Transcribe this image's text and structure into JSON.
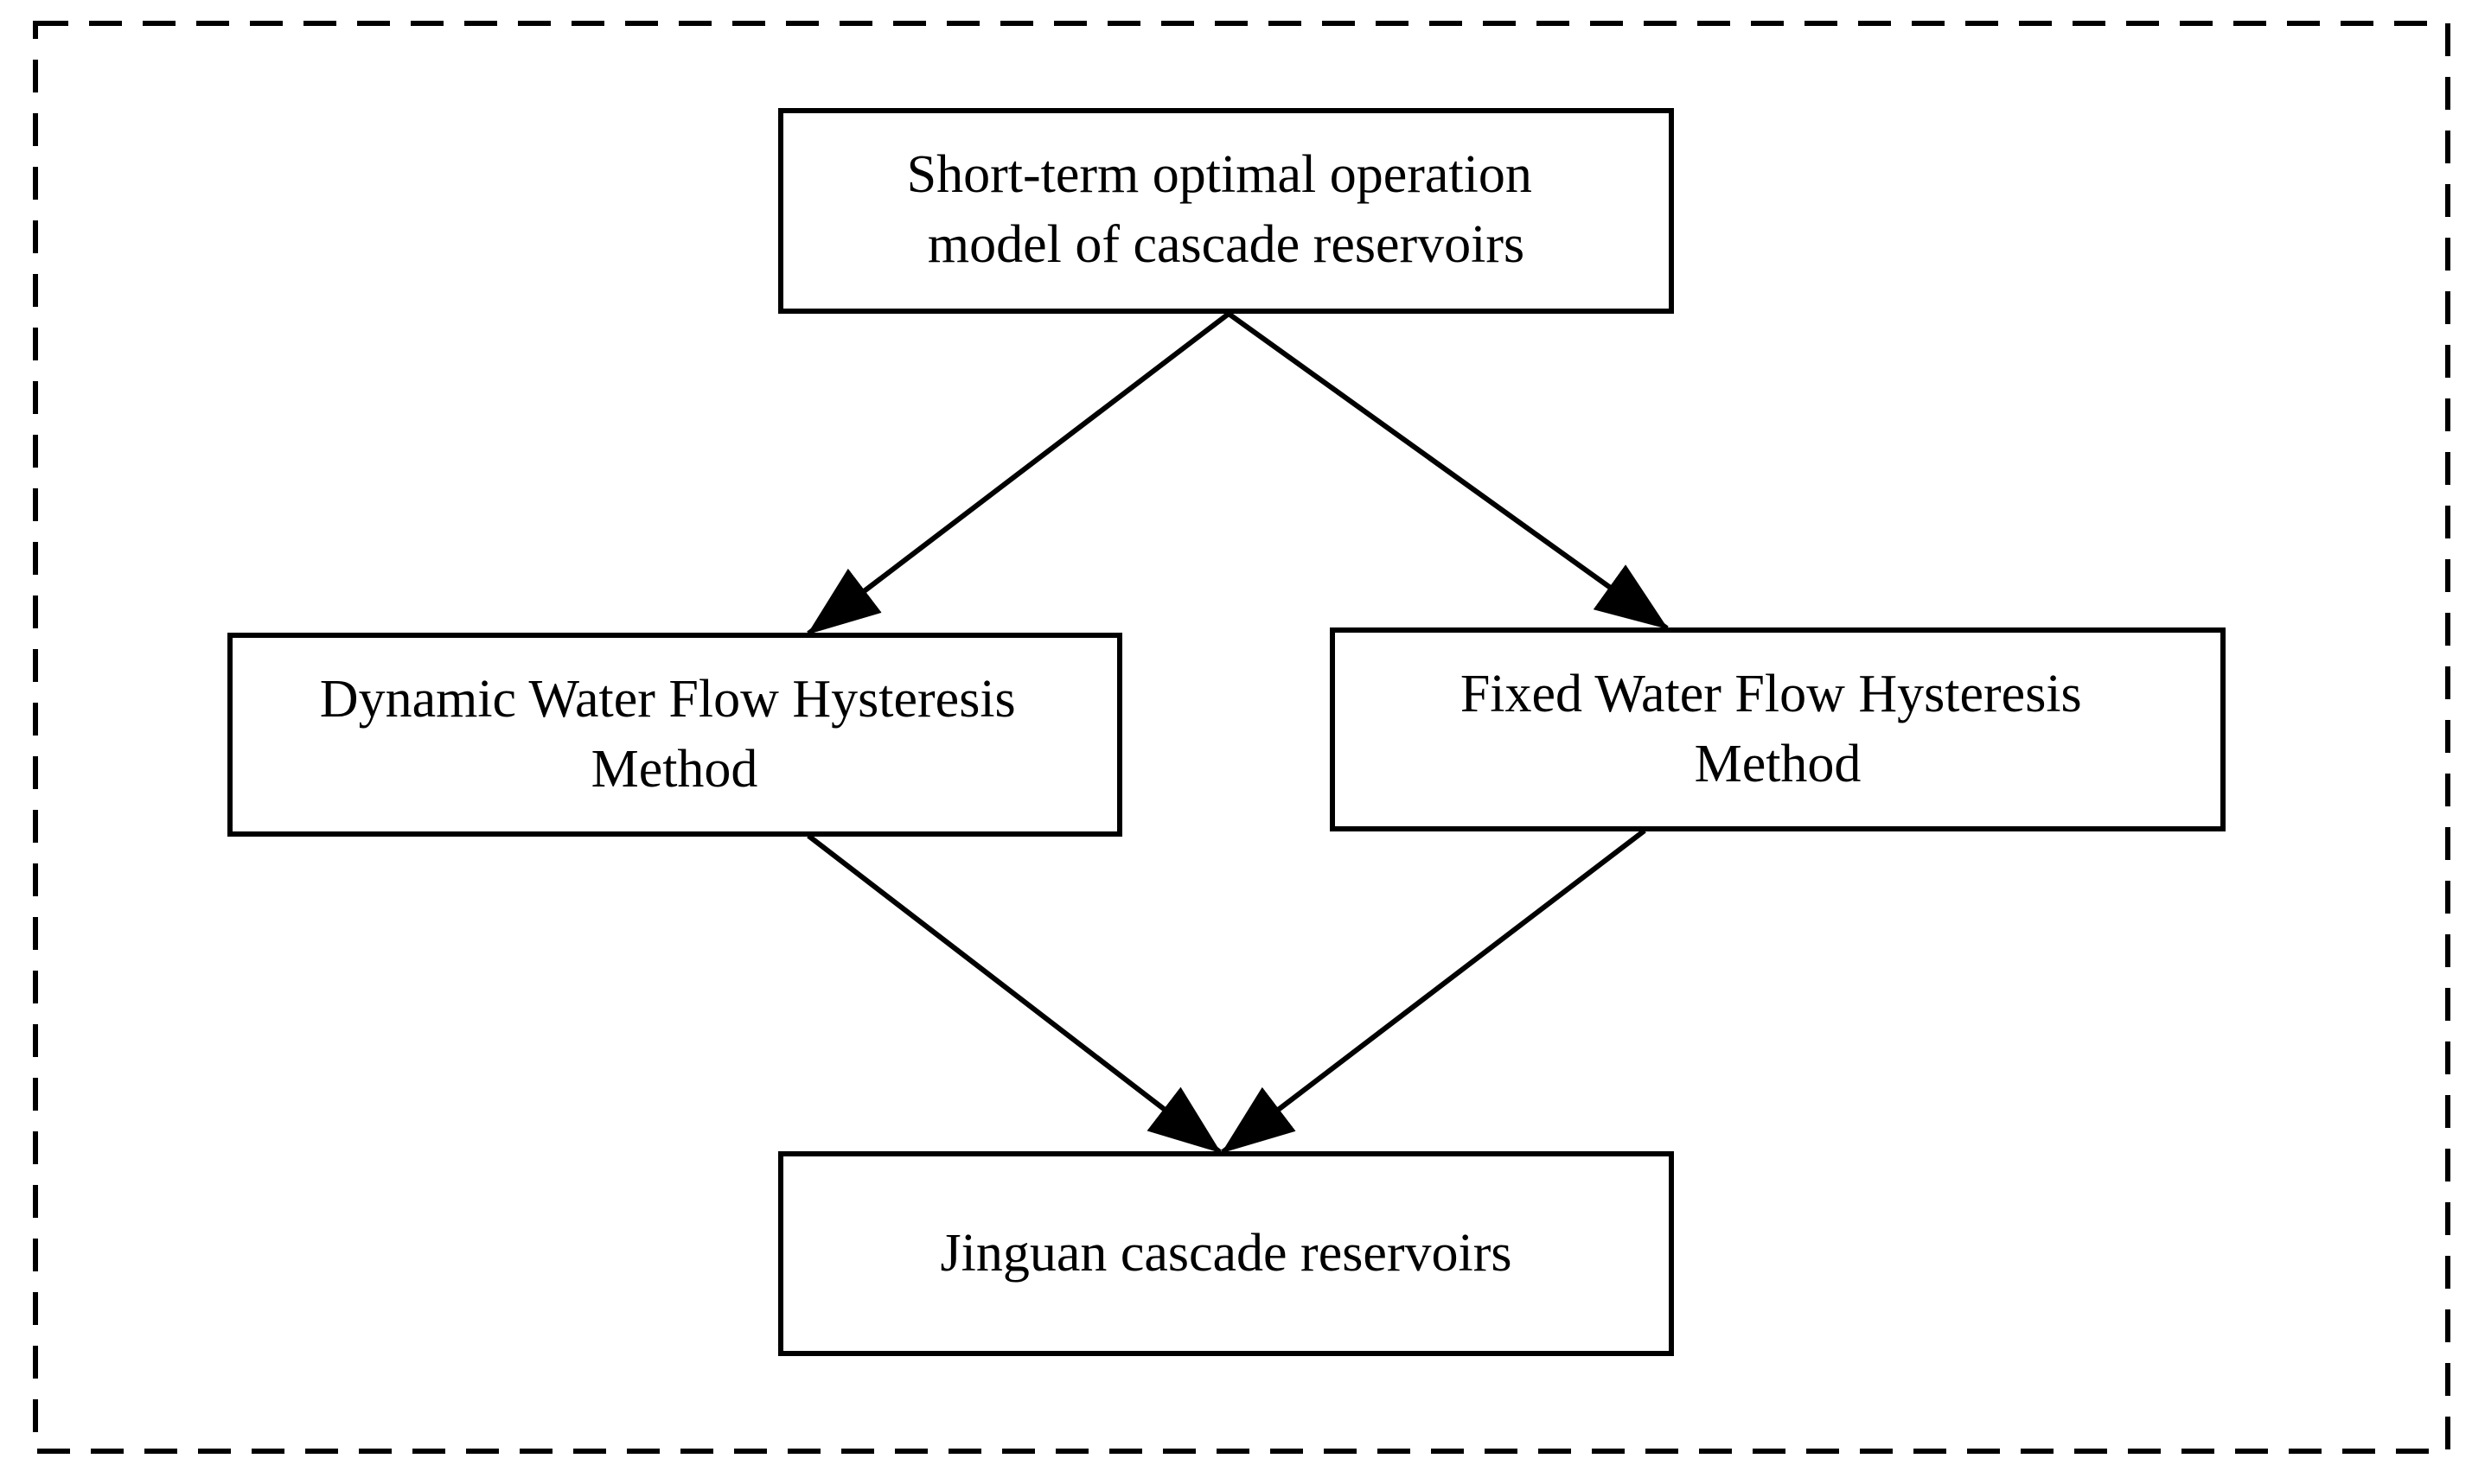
{
  "diagram": {
    "nodes": {
      "model": {
        "lines": [
          "Short-term optimal operation",
          "model of cascade reservoirs"
        ]
      },
      "dynamic": {
        "lines": [
          "Dynamic Water Flow Hysteresis",
          "Method"
        ]
      },
      "fixed": {
        "lines": [
          "Fixed Water Flow Hysteresis",
          "Method"
        ]
      },
      "jinguan": {
        "lines": [
          "Jinguan cascade reservoirs"
        ]
      }
    },
    "edges": [
      {
        "from": "model",
        "to": "dynamic"
      },
      {
        "from": "model",
        "to": "fixed"
      },
      {
        "from": "dynamic",
        "to": "jinguan"
      },
      {
        "from": "fixed",
        "to": "jinguan"
      }
    ],
    "colors": {
      "stroke": "#000000",
      "background": "#ffffff"
    }
  }
}
